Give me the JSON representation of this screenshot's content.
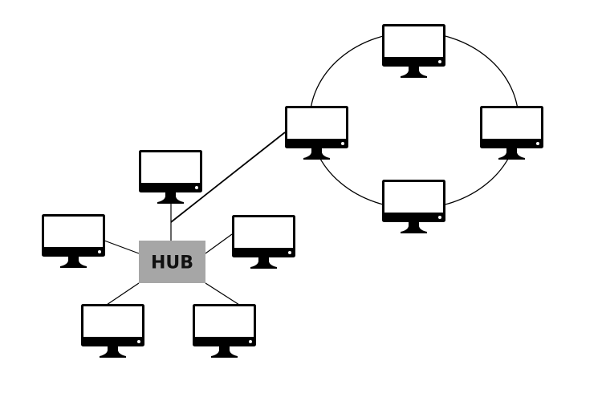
{
  "hub": {
    "label": "HUB",
    "fill": "#a6a6a6"
  },
  "colors": {
    "line": "#000000",
    "monitor": "#000000",
    "screen": "#ffffff"
  },
  "star_nodes": [
    "computer",
    "computer",
    "computer",
    "computer",
    "computer"
  ],
  "ring_nodes": [
    "computer",
    "computer",
    "computer",
    "computer"
  ],
  "icons": {
    "node": "desktop-monitor-icon"
  }
}
